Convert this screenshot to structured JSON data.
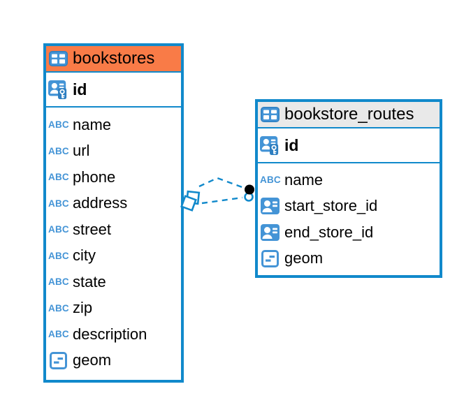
{
  "colors": {
    "table_border": "#1189cb",
    "icon_blue": "#4494d6",
    "icon_dark_blue": "#2e7fc1",
    "bookstores_header_bg": "#f97b47",
    "routes_header_bg": "#e9e9e9",
    "relation_line": "#1189cb",
    "text": "#000000"
  },
  "icon_labels": {
    "text_type": "ABC"
  },
  "tables": [
    {
      "title": "bookstores",
      "primary_key": "id",
      "columns": [
        {
          "name": "name",
          "type": "text"
        },
        {
          "name": "url",
          "type": "text"
        },
        {
          "name": "phone",
          "type": "text"
        },
        {
          "name": "address",
          "type": "text"
        },
        {
          "name": "street",
          "type": "text"
        },
        {
          "name": "city",
          "type": "text"
        },
        {
          "name": "state",
          "type": "text"
        },
        {
          "name": "zip",
          "type": "text"
        },
        {
          "name": "description",
          "type": "text"
        },
        {
          "name": "geom",
          "type": "geometry"
        }
      ]
    },
    {
      "title": "bookstore_routes",
      "primary_key": "id",
      "columns": [
        {
          "name": "name",
          "type": "text"
        },
        {
          "name": "start_store_id",
          "type": "reference"
        },
        {
          "name": "end_store_id",
          "type": "reference"
        },
        {
          "name": "geom",
          "type": "geometry"
        }
      ]
    }
  ],
  "relations": {
    "count": 2,
    "style": "dashed",
    "between": [
      "bookstores",
      "bookstore_routes"
    ]
  }
}
